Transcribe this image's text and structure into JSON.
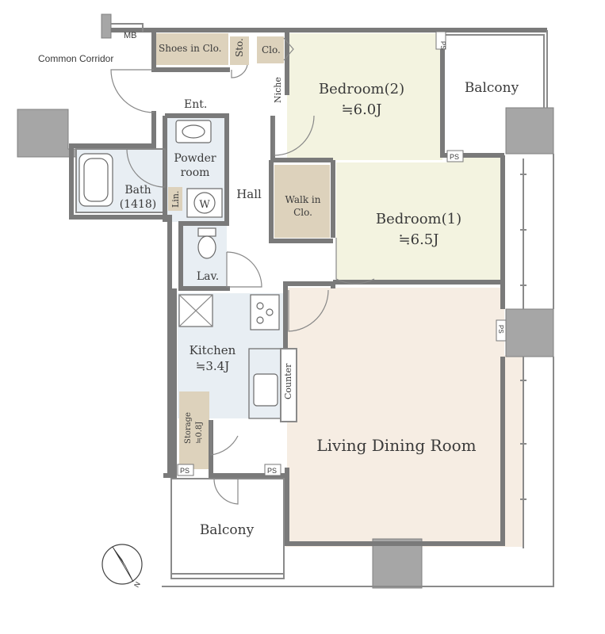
{
  "labels": {
    "mb": "MB",
    "shoes": "Shoes in Clo.",
    "sto": "Sto.",
    "clo": "Clo.",
    "common_corridor": "Common Corridor",
    "ent": "Ent.",
    "niche": "Niche",
    "bedroom2_name": "Bedroom(2)",
    "bedroom2_size": "≒6.0J",
    "balcony_top": "Balcony",
    "powder_line1": "Powder",
    "powder_line2": "room",
    "bath_line1": "Bath",
    "bath_line2": "(1418)",
    "lin": "Lin.",
    "washer": "W",
    "hall": "Hall",
    "walkin_line1": "Walk in",
    "walkin_line2": "Clo.",
    "bedroom1_name": "Bedroom(1)",
    "bedroom1_size": "≒6.5J",
    "lav": "Lav.",
    "kitchen_name": "Kitchen",
    "kitchen_size": "≒3.4J",
    "counter": "Counter",
    "storage_line1": "Storage",
    "storage_line2": "≒0.8J",
    "living": "Living Dining Room",
    "ps": "PS",
    "balcony_bottom": "Balcony",
    "compass_n": "N"
  },
  "colors": {
    "bedroom": "#f3f3e0",
    "ldk": "#f6ede3",
    "wet": "#e8eef3",
    "storage": "#ddd2bc",
    "walls": "#7a7a7a",
    "columns": "#a6a6a6"
  }
}
